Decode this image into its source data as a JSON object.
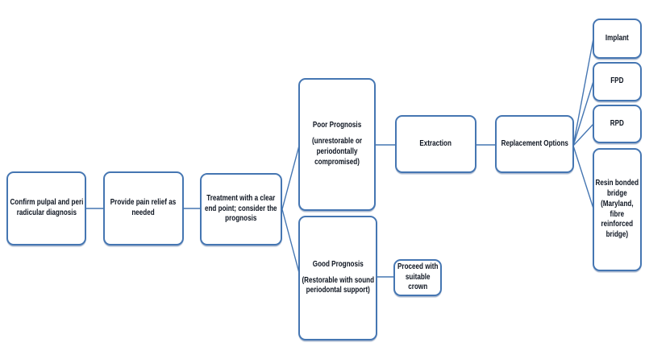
{
  "diagram": {
    "background_color": "#ffffff",
    "node_border_color": "#4576b2",
    "connector_color": "#4576b2",
    "text_color": "#0d1420",
    "nodes": {
      "confirm_diagnosis": "Confirm pulpal and peri radicular diagnosis",
      "pain_relief": "Provide pain relief as needed",
      "treatment_endpoint": "Treatment  with a clear end point; consider the prognosis",
      "poor_prognosis": {
        "title": "Poor Prognosis",
        "detail": "(unrestorable or periodontally compromised)"
      },
      "good_prognosis": {
        "title": "Good Prognosis",
        "detail": "(Restorable with sound periodontal support)"
      },
      "extraction": "Extraction",
      "replacement_options": "Replacement Options",
      "proceed_crown": "Proceed with suitable crown",
      "implant": "Implant",
      "fpd": "FPD",
      "rpd": "RPD",
      "resin_bridge": "Resin bonded bridge (Maryland, fibre reinforced bridge)"
    }
  }
}
